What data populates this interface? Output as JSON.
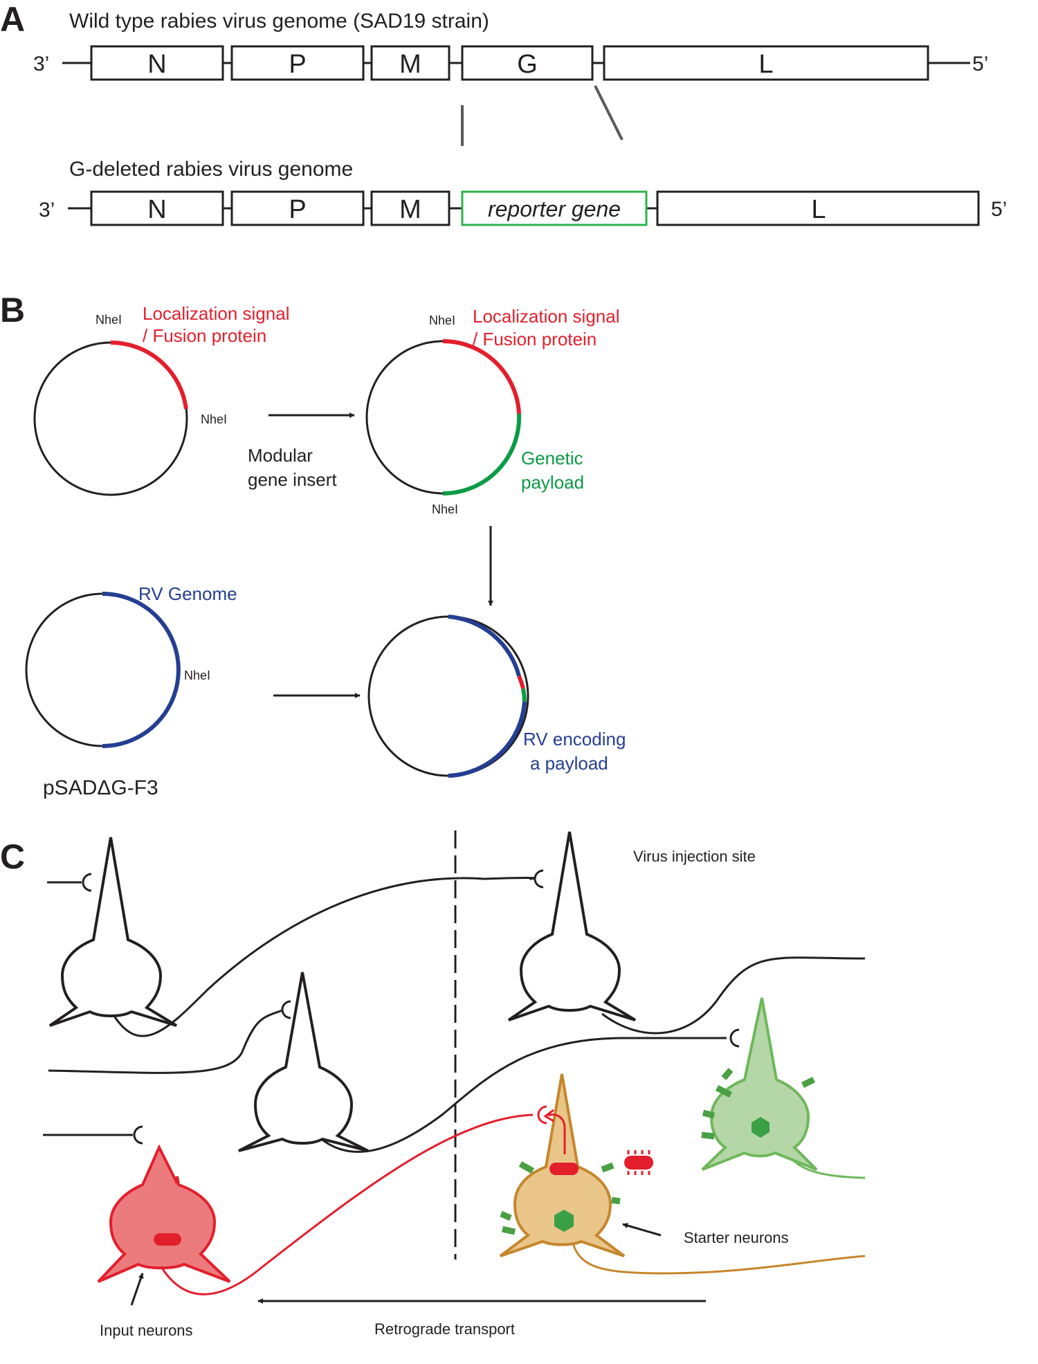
{
  "panels": {
    "a": "A",
    "b": "B",
    "c": "C"
  },
  "panel_a": {
    "wt_title": "Wild type rabies virus genome (SAD19 strain)",
    "dg_title": "G-deleted rabies virus genome",
    "end3": "3’",
    "end5": "5’",
    "wt_genes": [
      "N",
      "P",
      "M",
      "G",
      "L"
    ],
    "dg_genes": [
      "N",
      "P",
      "M",
      "reporter gene",
      "L"
    ]
  },
  "panel_b": {
    "nhel": "NheI",
    "loc_line1": "Localization signal",
    "loc_line2": "/ Fusion protein",
    "modular_line1": "Modular",
    "modular_line2": "gene insert",
    "payload_line1": "Genetic",
    "payload_line2": "payload",
    "rv_genome": "RV Genome",
    "plasmid_name": "pSADΔG-F3",
    "rv_enc_line1": "RV encoding",
    "rv_enc_line2": "a payload"
  },
  "panel_c": {
    "injection_site": "Virus injection site",
    "starter": "Starter neurons",
    "input": "Input neurons",
    "retrograde": "Retrograde transport"
  },
  "colors": {
    "red": "#e31f2c",
    "green": "#0a9c45",
    "blue": "#243e93",
    "reporter_green": "#2db34a",
    "orange": "#c6862c",
    "light_green": "#6db85a"
  }
}
